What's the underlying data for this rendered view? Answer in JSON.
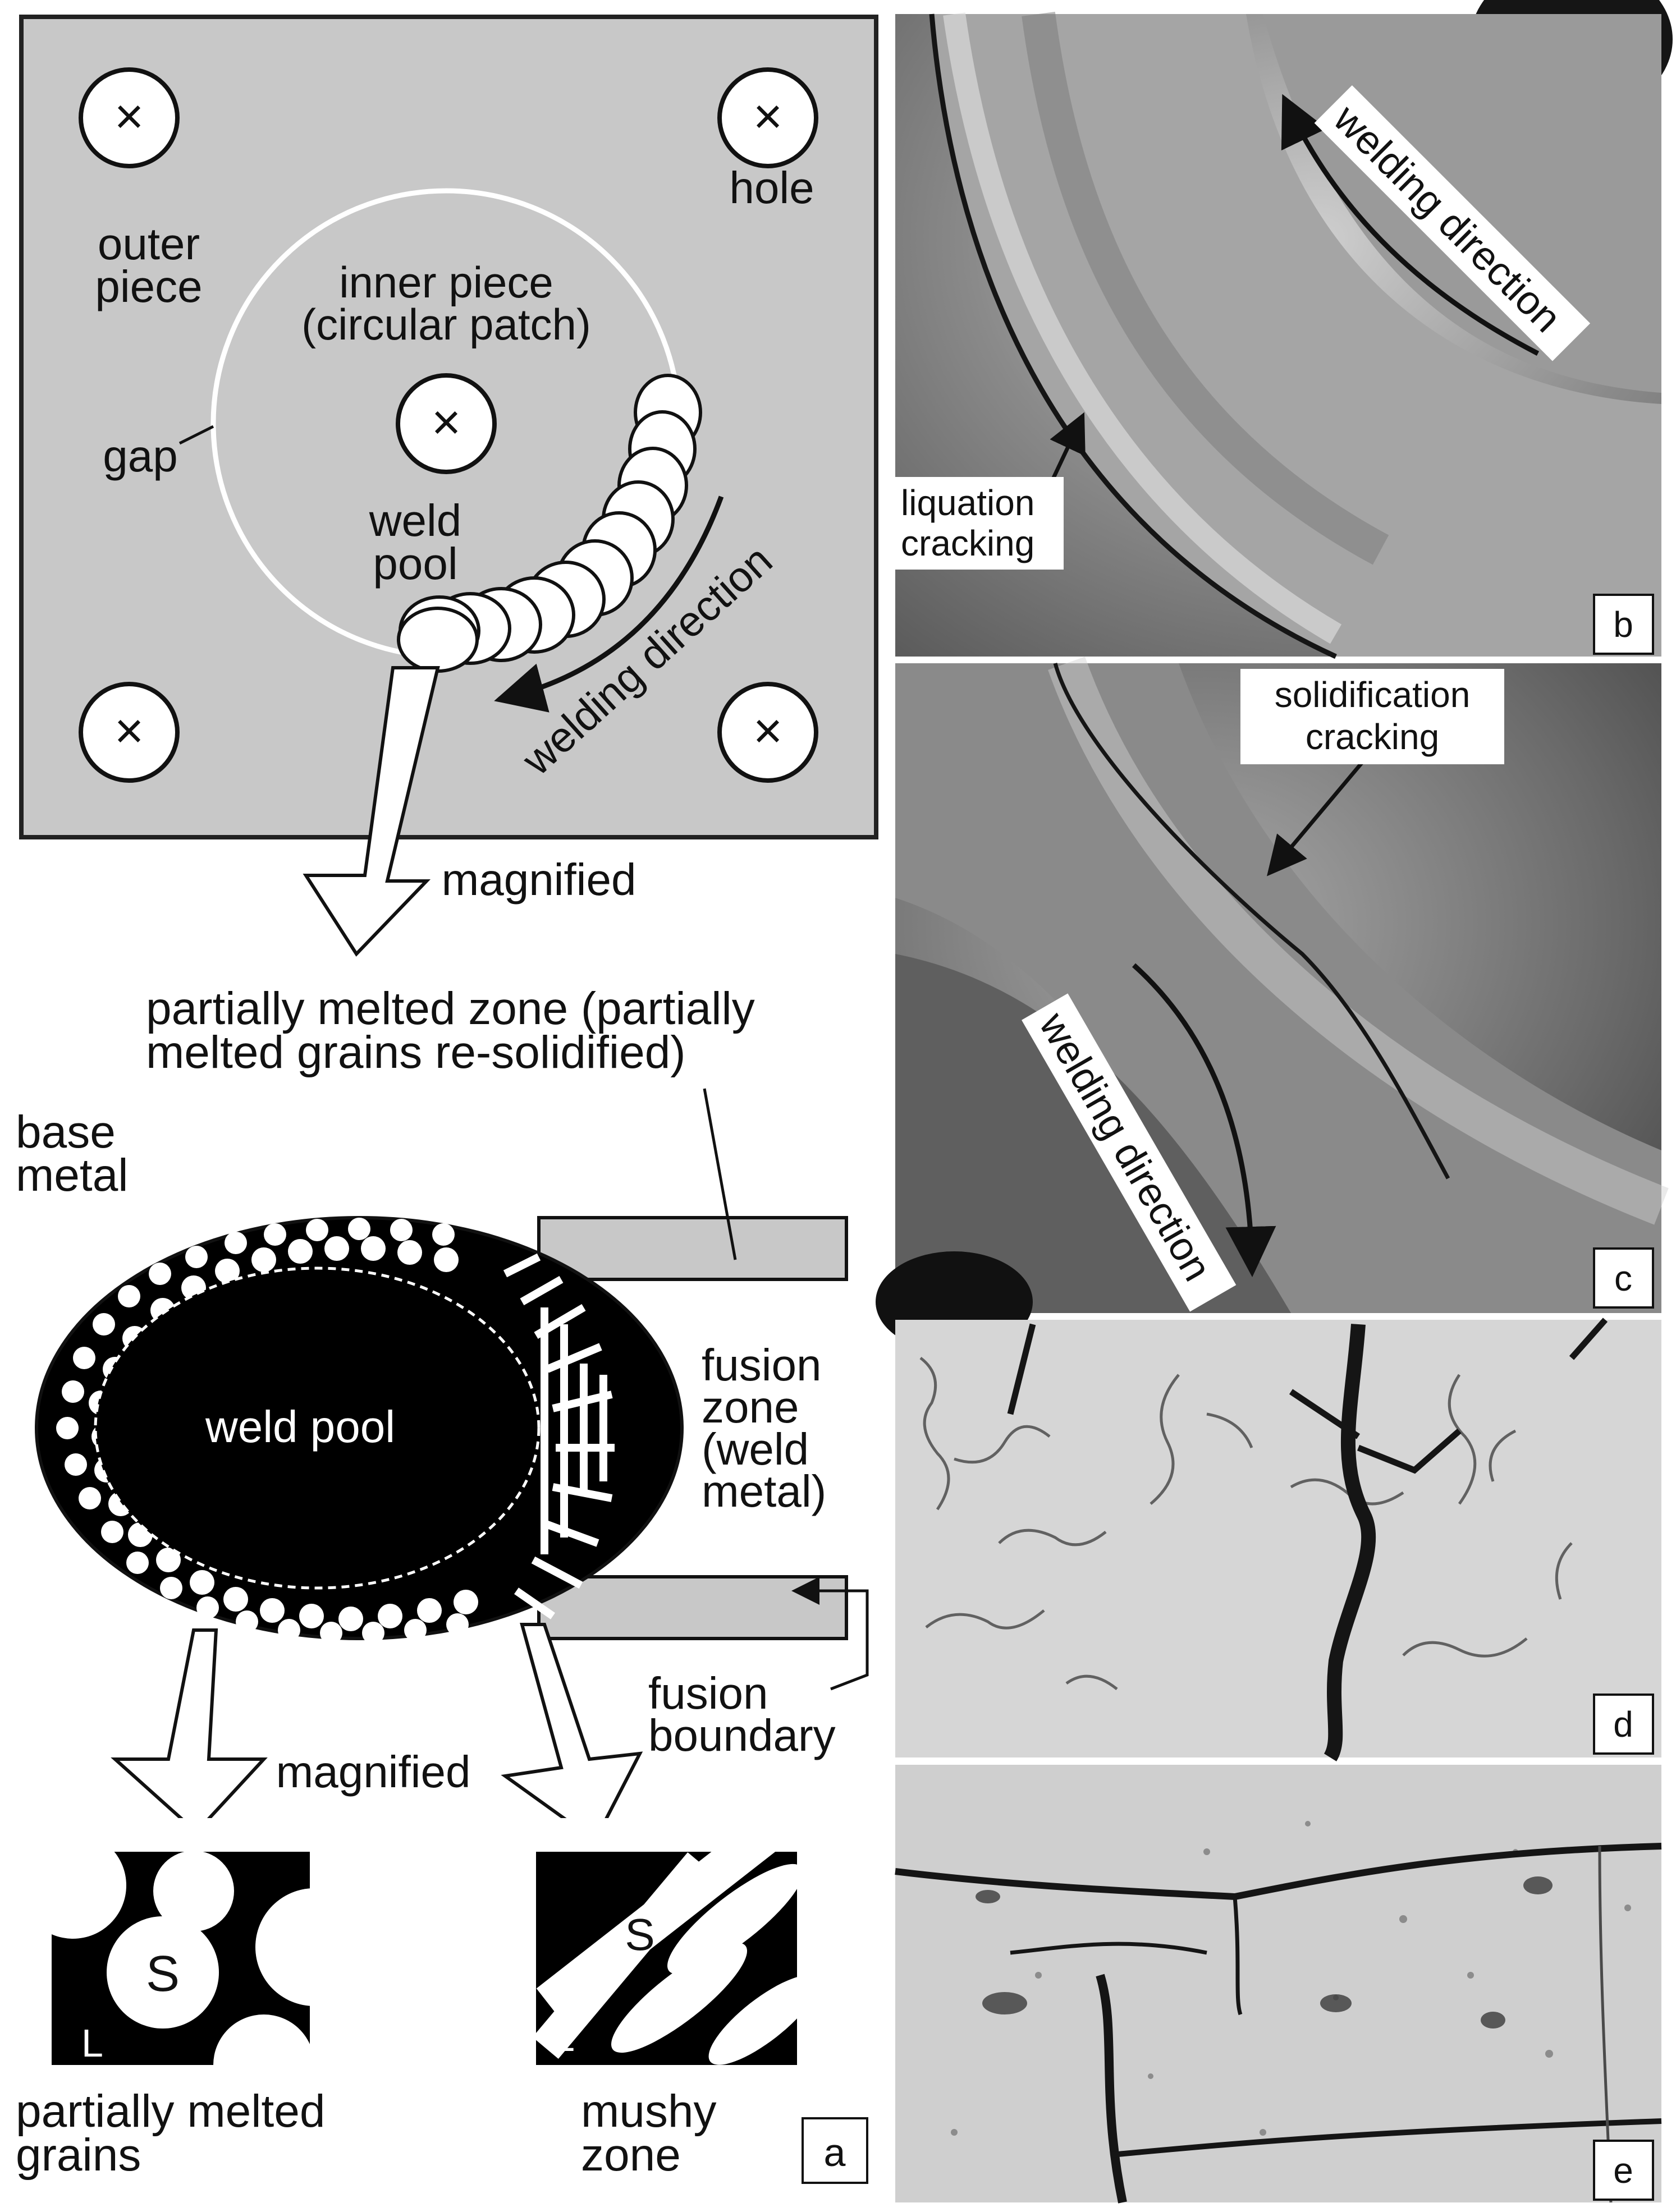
{
  "colors": {
    "plate_fill": "#c8c8c8",
    "outline": "#222222",
    "photo_dark": "#2a2a2a",
    "photo_mid": "#6e6e6e",
    "photo_light": "#bdbdbd",
    "micro_light": "#d9d9d9",
    "crack": "#151515"
  },
  "panel_a": {
    "hole_marker": "×",
    "labels": {
      "hole": "hole",
      "outer_piece_1": "outer",
      "outer_piece_2": "piece",
      "inner_piece_1": "inner piece",
      "inner_piece_2": "(circular patch)",
      "gap": "gap",
      "weld_pool_1": "weld",
      "weld_pool_2": "pool",
      "welding_direction": "welding direction",
      "magnified_top": "magnified",
      "pmz_1": "partially melted zone (partially",
      "pmz_2": "melted grains re-solidified)",
      "base_metal_1": "base",
      "base_metal_2": "metal",
      "weld_pool_center": "weld pool",
      "fusion_zone_1": "fusion",
      "fusion_zone_2": "zone",
      "fusion_zone_3": "(weld",
      "fusion_zone_4": "metal)",
      "fusion_boundary_1": "fusion",
      "fusion_boundary_2": "boundary",
      "magnified_bottom": "magnified",
      "solid": "S",
      "liquid": "L",
      "pmg_1": "partially melted",
      "pmg_2": "grains",
      "mushy_1": "mushy",
      "mushy_2": "zone"
    },
    "panel_letter": "a"
  },
  "panel_b": {
    "welding_direction": "welding direction",
    "liquation_1": "liquation",
    "liquation_2": "cracking",
    "panel_letter": "b"
  },
  "panel_c": {
    "solidification_1": "solidification",
    "solidification_2": "cracking",
    "welding_direction": "welding direction",
    "panel_letter": "c"
  },
  "panel_d": {
    "panel_letter": "d"
  },
  "panel_e": {
    "panel_letter": "e"
  }
}
